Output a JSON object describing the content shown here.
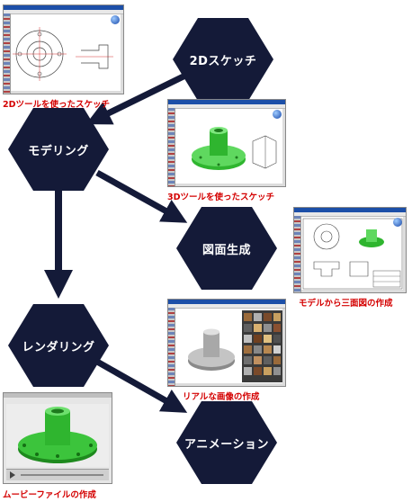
{
  "nodes": {
    "sketch2d": "2Dスケッチ",
    "modeling": "モデリング",
    "drawing": "図面生成",
    "rendering": "レンダリング",
    "animation": "アニメーション"
  },
  "captions": {
    "sketch2d": "2Dツールを使ったスケッチ",
    "sketch3d": "3Dツールを使ったスケッチ",
    "drawing": "モデルから三面図の作成",
    "rendering": "リアルな画像の作成",
    "movie": "ムービーファイルの作成"
  },
  "colors": {
    "hexagon": "#141a38",
    "caption": "#d40000",
    "model": "#2fb52f"
  }
}
